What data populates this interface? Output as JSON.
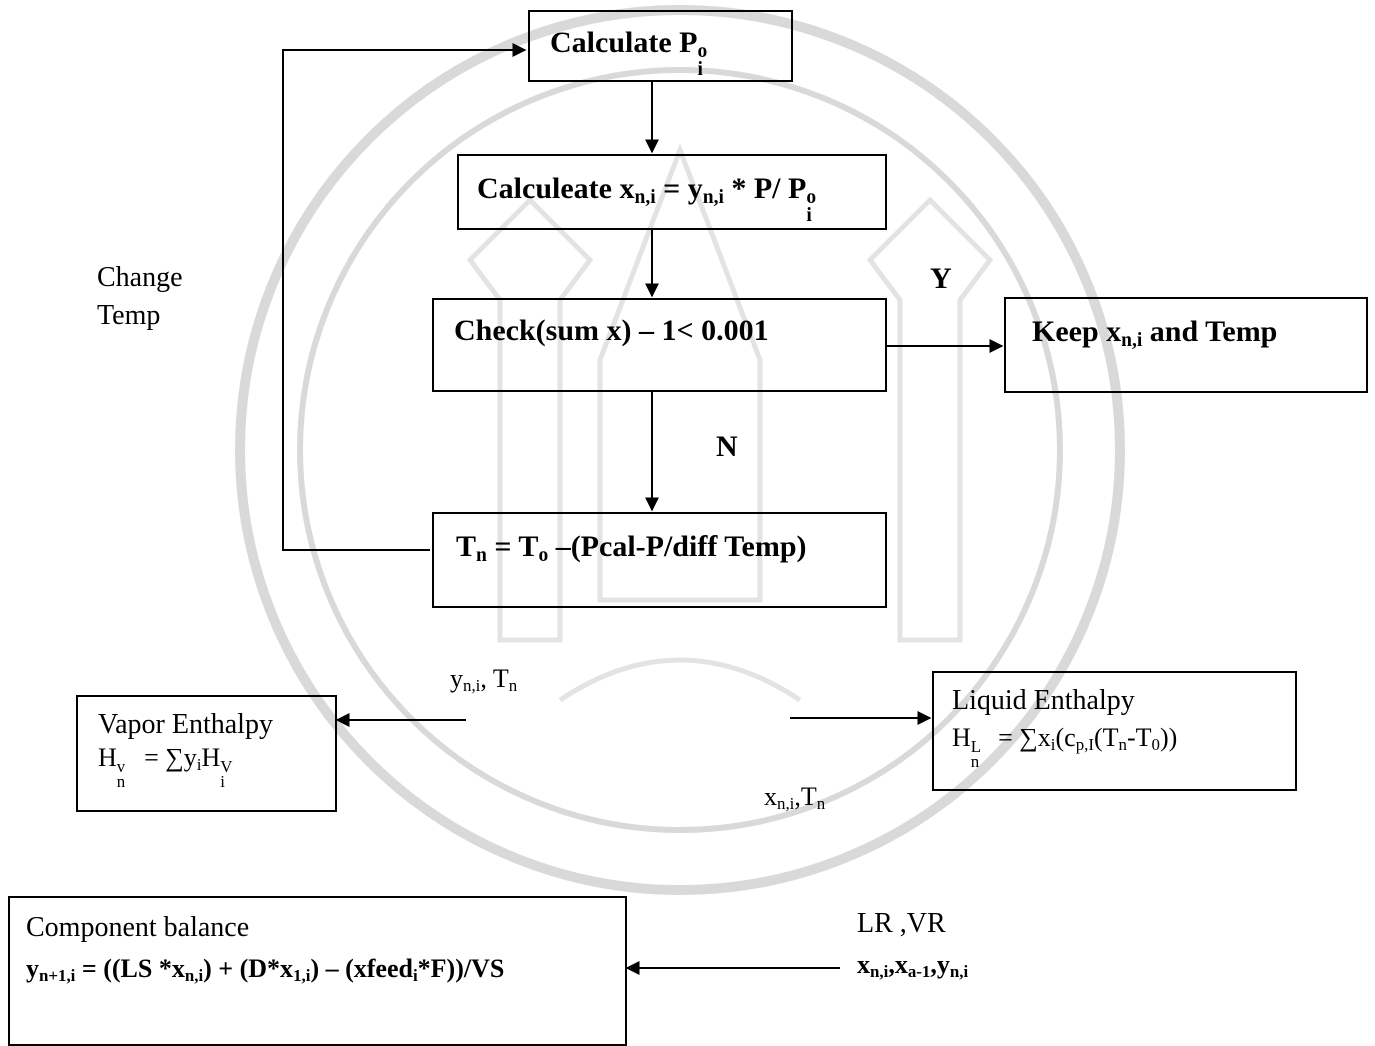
{
  "nodes": {
    "calc_p": {
      "text": "Calculate P",
      "sub": "i",
      "sup": "o"
    },
    "calc_x": {
      "prefix": "Calculeate x",
      "sub1": "n,i",
      "mid": " = y",
      "sub2": "n,i",
      "tail": " * P/ P",
      "sub3": "i",
      "sup3": "o"
    },
    "check": {
      "text": "Check(sum x) – 1< 0.001"
    },
    "keep": {
      "prefix": "Keep  x",
      "sub": "n,i",
      "tail": "  and Temp"
    },
    "tn": {
      "a": "T",
      "asub": "n",
      "b": "  =  T",
      "bsub": "o",
      "c": " –(Pcal-P/diff Temp)"
    },
    "vapor": {
      "title": "Vapor Enthalpy",
      "h": "H",
      "hsub": "n",
      "hsup": "v",
      "eq": " = ∑y",
      "eqsub": "i",
      "h2": "H",
      "h2sub": "i",
      "h2sup": "V"
    },
    "liquid": {
      "title": "Liquid Enthalpy",
      "h": "H",
      "hsub": "n",
      "hsup": "L",
      "eq": " = ∑x",
      "eqsub": "i",
      "mid": "(c",
      "msub": "p,I",
      "tail": "(T",
      "tsub": "n",
      "end": "-T",
      "esub": "0",
      "close": "))"
    },
    "component": {
      "title": "Component balance",
      "y": "y",
      "ysub": "n+1,i",
      "a": " = ((LS *x",
      "asub": "n,i",
      "b": ") + (D*x",
      "bsub": "1,i",
      "c": ") – (xfeed",
      "csub": "i",
      "d": "*F))/VS"
    }
  },
  "labels": {
    "change_temp_line1": "Change",
    "change_temp_line2": "Temp",
    "yes": "Y",
    "no": "N",
    "y_out": {
      "a": "y",
      "asub": "n,i",
      "b": ", T",
      "bsub": "n"
    },
    "x_out": {
      "a": "x",
      "asub": "n,i",
      "b": ",T",
      "bsub": "n"
    },
    "lr_vr": "LR ,VR",
    "inputs": {
      "a": "x",
      "asub": "n,i",
      "b": ",x",
      "bsub": "a-1",
      "c": ",y",
      "csub": "n,i"
    }
  },
  "colors": {
    "line": "#000000",
    "watermark": "#d9d9d9"
  }
}
